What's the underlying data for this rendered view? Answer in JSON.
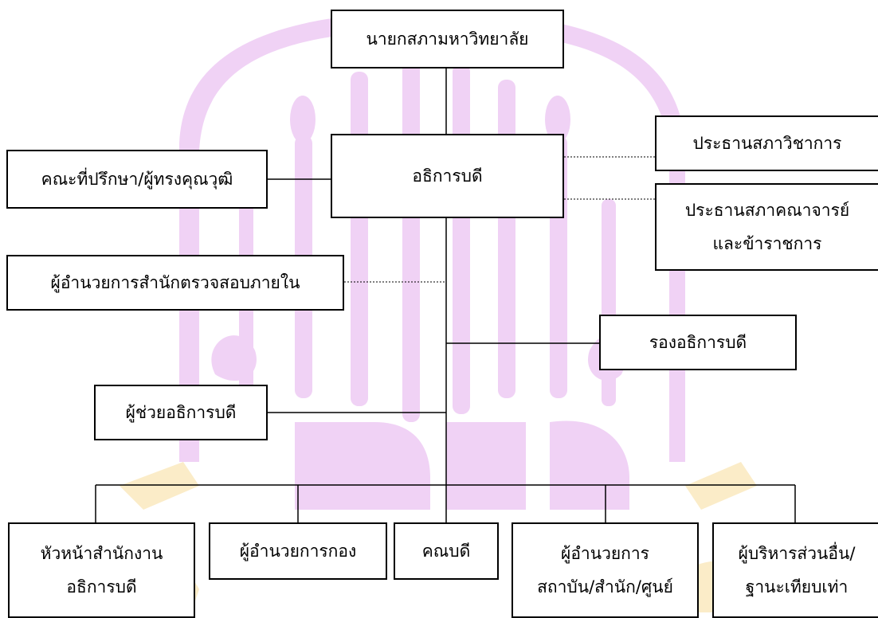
{
  "diagram": {
    "nodes": {
      "council_president": "นายกสภามหาวิทยาลัย",
      "president": "อธิการบดี",
      "advisors": "คณะที่ปรึกษา/ผู้ทรงคุณวุฒิ",
      "academic_senate_chair": "ประธานสภาวิชาการ",
      "faculty_senate_chair_line1": "ประธานสภาคณาจารย์",
      "faculty_senate_chair_line2": "และข้าราชการ",
      "internal_audit_director": "ผู้อำนวยการสำนักตรวจสอบภายใน",
      "vice_president": "รองอธิการบดี",
      "assistant_president": "ผู้ช่วยอธิการบดี",
      "president_office_head_line1": "หัวหน้าสำนักงาน",
      "president_office_head_line2": "อธิการบดี",
      "division_director": "ผู้อำนวยการกอง",
      "dean": "คณบดี",
      "institute_director_line1": "ผู้อำนวยการ",
      "institute_director_line2": "สถาบัน/สำนัก/ศูนย์",
      "other_executives_line1": "ผู้บริหารส่วนอื่น/",
      "other_executives_line2": "ฐานะเทียบเท่า"
    }
  },
  "colors": {
    "watermark_purple": "#f0d2f5",
    "watermark_gold": "#fbecc8",
    "line": "#000000"
  }
}
